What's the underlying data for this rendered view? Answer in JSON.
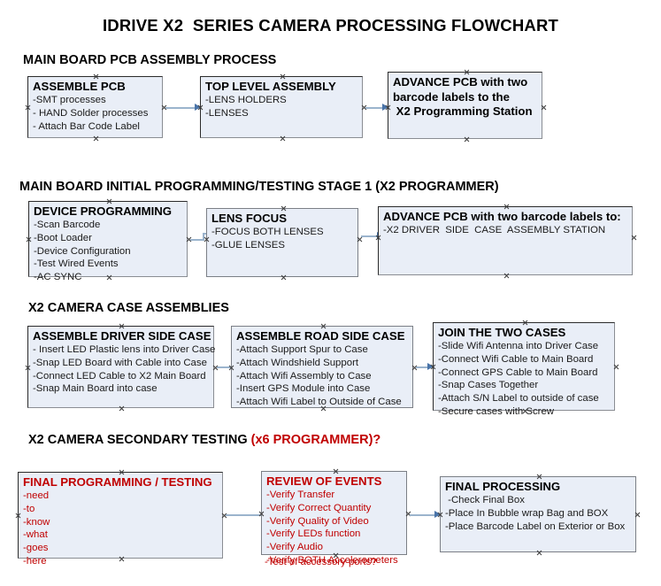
{
  "document": {
    "title": "IDRIVE X2  SERIES CAMERA PROCESSING FLOWCHART"
  },
  "sections": [
    {
      "id": "main-board-pcb-assembly",
      "heading": "MAIN BOARD PCB ASSEMBLY PROCESS",
      "heading_accent": ""
    },
    {
      "id": "main-board-initial-programming",
      "heading": "MAIN BOARD INITIAL PROGRAMMING/TESTING STAGE 1 (X2 PROGRAMMER)",
      "heading_accent": ""
    },
    {
      "id": "x2-camera-case-assemblies",
      "heading": "X2 CAMERA CASE ASSEMBLIES",
      "heading_accent": ""
    },
    {
      "id": "x2-camera-secondary-testing",
      "heading": "X2 CAMERA SECONDARY TESTING ",
      "heading_accent": "(x6 PROGRAMMER)?"
    }
  ],
  "boxes": {
    "assemble_pcb": {
      "title": "ASSEMBLE PCB",
      "lines": [
        "-SMT processes",
        "- HAND Solder processes",
        "- Attach Bar Code Label"
      ]
    },
    "top_level_assembly": {
      "title": "TOP LEVEL ASSEMBLY",
      "lines": [
        "-LENS HOLDERS",
        "-LENSES"
      ]
    },
    "advance_pcb_programming_station": {
      "title": "ADVANCE PCB with two\nbarcode labels to the\n X2 Programming Station",
      "lines": []
    },
    "device_programming": {
      "title": "DEVICE PROGRAMMING",
      "lines": [
        "-Scan Barcode",
        "-Boot Loader",
        "-Device Configuration",
        "-Test Wired Events",
        "-AC SYNC"
      ]
    },
    "lens_focus": {
      "title": "LENS FOCUS",
      "lines": [
        "-FOCUS BOTH LENSES",
        "-GLUE LENSES"
      ]
    },
    "advance_pcb_driver_side": {
      "title": "ADVANCE PCB with two barcode labels to:",
      "lines": [
        "-X2 DRIVER  SIDE  CASE  ASSEMBLY STATION"
      ]
    },
    "assemble_driver_side_case": {
      "title": "ASSEMBLE DRIVER SIDE CASE",
      "lines": [
        "- Insert LED Plastic lens into Driver Case",
        "-Snap LED Board with Cable into Case",
        "-Connect LED Cable to X2 Main Board",
        "-Snap Main Board into case"
      ]
    },
    "assemble_road_side_case": {
      "title": "ASSEMBLE ROAD SIDE CASE",
      "lines": [
        "-Attach Support Spur to Case",
        "-Attach Windshield Support",
        "-Attach Wifi Assembly to Case",
        "-Insert GPS Module into Case",
        "-Attach Wifi Label to Outside of Case"
      ]
    },
    "join_the_two_cases": {
      "title": "JOIN THE TWO CASES",
      "lines": [
        "-Slide Wifi Antenna into Driver Case",
        "-Connect Wifi Cable to Main Board",
        "-Connect GPS Cable to Main Board",
        "-Snap Cases Together",
        "-Attach S/N Label to outside of case",
        "-Secure cases with Screw"
      ]
    },
    "final_programming_testing": {
      "title": "FINAL PROGRAMMING / TESTING",
      "lines": [
        "-need",
        "-to",
        "-know",
        "-what",
        "-goes",
        "-here"
      ]
    },
    "review_of_events": {
      "title": "REVIEW OF EVENTS",
      "lines": [
        "-Verify Transfer",
        "-Verify Correct Quantity",
        "-Verify Quality of Video",
        "-Verify LEDs function",
        "-Verify Audio",
        "-Verify BOTH Accelerometers"
      ],
      "overflow_line": "-Test of accessory ports?"
    },
    "final_processing": {
      "title": "FINAL PROCESSING",
      "lines": [
        " -Check Final Box",
        "-Place In Bubble wrap Bag and BOX",
        "-Place Barcode Label on Exterior or Box"
      ]
    }
  },
  "colors": {
    "box_fill": "#e9eef7",
    "box_border": "#2b2b2b",
    "accent_red": "#c00000",
    "connector": "#9bb4cd",
    "arrow_head": "#4a74a8",
    "text": "#000000"
  }
}
